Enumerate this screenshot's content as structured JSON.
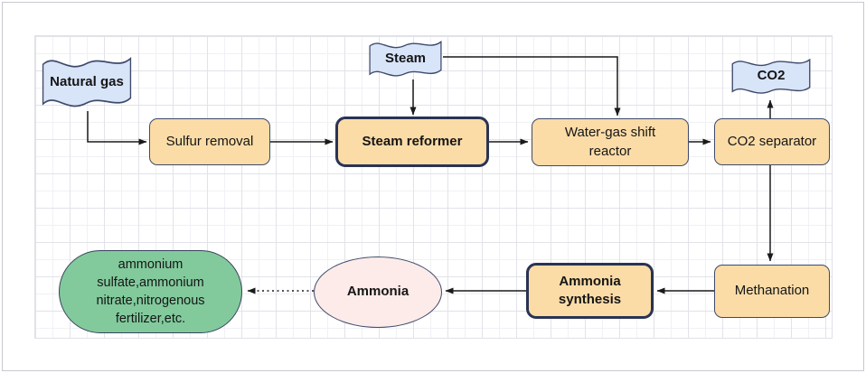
{
  "diagram": {
    "type": "flowchart",
    "nodes": {
      "natural_gas": {
        "label": "Natural gas",
        "shape": "flag"
      },
      "steam": {
        "label": "Steam",
        "shape": "flag"
      },
      "co2": {
        "label": "CO2",
        "shape": "flag"
      },
      "sulfur_removal": {
        "label": "Sulfur removal",
        "shape": "process"
      },
      "steam_reformer": {
        "label": "Steam reformer",
        "shape": "process-emphasis"
      },
      "water_gas_shift_reactor": {
        "label": "Water-gas shift reactor",
        "shape": "process"
      },
      "co2_separator": {
        "label": "CO2 separator",
        "shape": "process"
      },
      "methanation": {
        "label": "Methanation",
        "shape": "process"
      },
      "ammonia_synthesis": {
        "label": "Ammonia synthesis",
        "shape": "process-emphasis"
      },
      "ammonia": {
        "label": "Ammonia",
        "shape": "ellipse"
      },
      "products": {
        "label": "ammonium sulfate,ammonium nitrate,nitrogenous fertilizer,etc.",
        "shape": "terminator"
      }
    },
    "edges": [
      {
        "from": "natural_gas",
        "to": "sulfur_removal",
        "style": "solid"
      },
      {
        "from": "sulfur_removal",
        "to": "steam_reformer",
        "style": "solid"
      },
      {
        "from": "steam",
        "to": "steam_reformer",
        "style": "solid"
      },
      {
        "from": "steam",
        "to": "water_gas_shift_reactor",
        "style": "solid"
      },
      {
        "from": "steam_reformer",
        "to": "water_gas_shift_reactor",
        "style": "solid"
      },
      {
        "from": "water_gas_shift_reactor",
        "to": "co2_separator",
        "style": "solid"
      },
      {
        "from": "co2_separator",
        "to": "co2",
        "style": "solid"
      },
      {
        "from": "co2_separator",
        "to": "methanation",
        "style": "solid"
      },
      {
        "from": "methanation",
        "to": "ammonia_synthesis",
        "style": "solid"
      },
      {
        "from": "ammonia_synthesis",
        "to": "ammonia",
        "style": "solid"
      },
      {
        "from": "ammonia",
        "to": "products",
        "style": "dotted"
      }
    ],
    "colors": {
      "process_fill": "#fbdca7",
      "flag_fill": "#d8e4f8",
      "ellipse_fill": "#fcebe9",
      "product_fill": "#82ca9c",
      "node_stroke": "#3f4a6b",
      "emphasis_stroke": "#2a3354",
      "arrow": "#1a1a1a",
      "grid_line": "#e2e3e9"
    }
  }
}
